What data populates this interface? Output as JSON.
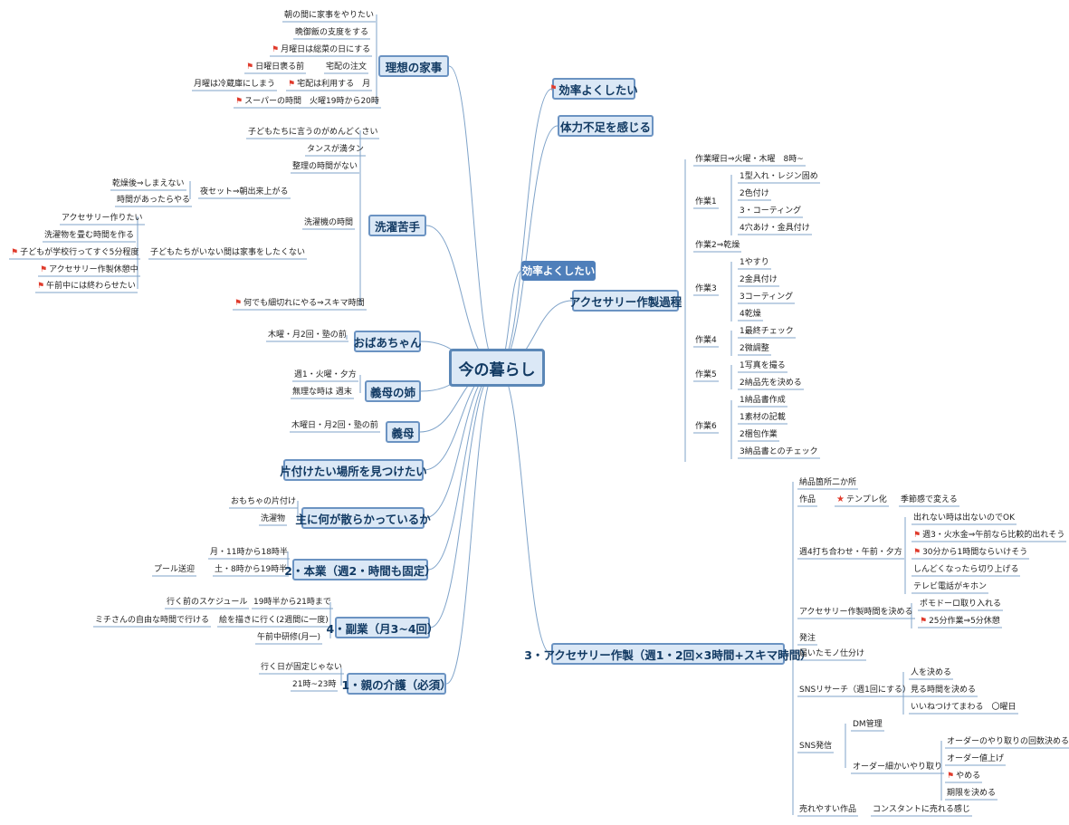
{
  "colors": {
    "line": "#7fa3c9",
    "central_fill": "#dbe8f6",
    "central_border": "#5b87b7",
    "float_fill": "#4f7fba",
    "flag": "#e03b2c"
  },
  "central": "今の暮らし",
  "floating_label": "効率よくしたい",
  "left_mains": {
    "ideal_housework": {
      "title": "理想の家事",
      "items": [
        "朝の間に家事をやりたい",
        "晩御飯の支度をする",
        "月曜日は総菜の日にする",
        "宅配の注文",
        "日曜日褒る前",
        "宅配は利用する　月",
        "月曜は冷蔵庫にしまう",
        "スーパーの時間　火曜19時から20時"
      ]
    },
    "laundry": {
      "title": "洗濯苦手",
      "items": [
        "子どもたちに言うのがめんどくさい",
        "タンスが満タン",
        "整理の時間がない",
        "洗濯機の時間",
        "夜セット⇒朝出来上がる",
        "乾燥後⇒しまえない",
        "時間があったらやる",
        "子どもたちがいない間は家事をしたくない",
        "アクセサリー作りたい",
        "洗濯物を畳む時間を作る",
        "子どもが学校行ってすぐ5分程度",
        "アクセサリー作製休憩中",
        "午前中には終わらせたい",
        "何でも細切れにやる⇒スキマ時間"
      ]
    },
    "grandma": {
      "title": "おばあちゃん",
      "items": [
        "木曜・月2回・塾の前"
      ]
    },
    "sister": {
      "title": "義母の姉",
      "items": [
        "週1・火曜・夕方",
        "無理な時は 週末"
      ]
    },
    "mother_in_law": {
      "title": "義母",
      "items": [
        "木曜日・月2回・塾の前"
      ]
    },
    "find_place": {
      "title": "片付けたい場所を見つけたい",
      "items": []
    },
    "scattered": {
      "title": "主に何が散らかっているか",
      "items": [
        "おもちゃの片付け",
        "洗濯物"
      ]
    },
    "main_job": {
      "title": "2・本業（週2・時間も固定）",
      "items": [
        "月・11時から18時半",
        "土・8時から19時半",
        "プール送迎"
      ]
    },
    "side_job": {
      "title": "4・副業（月3~4回）",
      "items": [
        "行く前のスケジュール",
        "19時半から21時まで",
        "ミチさんの自由な時間で行ける",
        "絵を描きに行く(2週間に一度)",
        "午前中研修(月一)"
      ]
    },
    "care": {
      "title": "1・親の介護（必須）",
      "items": [
        "行く日が固定じゃない",
        "21時~23時"
      ]
    }
  },
  "right_mains": {
    "efficiency": {
      "title": "効率よくしたい"
    },
    "stamina": {
      "title": "体力不足を感じる"
    },
    "accessory_process": {
      "title": "アクセサリー作製過程",
      "items": [
        "作業曜日⇒火曜・木曜　8時~",
        "作業1",
        "1型入れ・レジン固め",
        "2色付け",
        "3・コーティング",
        "4穴あけ・金具付け",
        "作業2⇒乾燥",
        "作業3",
        "1やすり",
        "2金具付け",
        "3コーティング",
        "4乾燥",
        "作業4",
        "1最終チェック",
        "2微調整",
        "作業5",
        "1写真を撮る",
        "2納品先を決める",
        "作業6",
        "1納品書作成",
        "1素材の記載",
        "2梱包作業",
        "3納品書とのチェック"
      ]
    },
    "accessory_making": {
      "title": "3・アクセサリー作製（週1・2回×3時間+スキマ時間）",
      "items": [
        "納品箇所二か所",
        "作品",
        "テンプレ化",
        "季節感で変える",
        "週4打ち合わせ・午前・夕方",
        "出れない時は出ないのでOK",
        "週3・火水金⇒午前なら比較的出れそう",
        "30分から1時間ならいけそう",
        "しんどくなったら切り上げる",
        "テレビ電話がキホン",
        "アクセサリー作製時間を決める",
        "ポモドーロ取り入れる",
        "25分作業⇒5分休憩",
        "発注",
        "届いたモノ仕分け",
        "SNSリサーチ（週1回にする）",
        "人を決める",
        "見る時間を決める",
        "いいねつけてまわる　〇曜日",
        "SNS発信",
        "DM管理",
        "オーダー細かいやり取り",
        "オーダーのやり取りの回数決める",
        "オーダー値上げ",
        "やめる",
        "期限を決める",
        "売れやすい作品",
        "コンスタントに売れる感じ"
      ]
    }
  }
}
